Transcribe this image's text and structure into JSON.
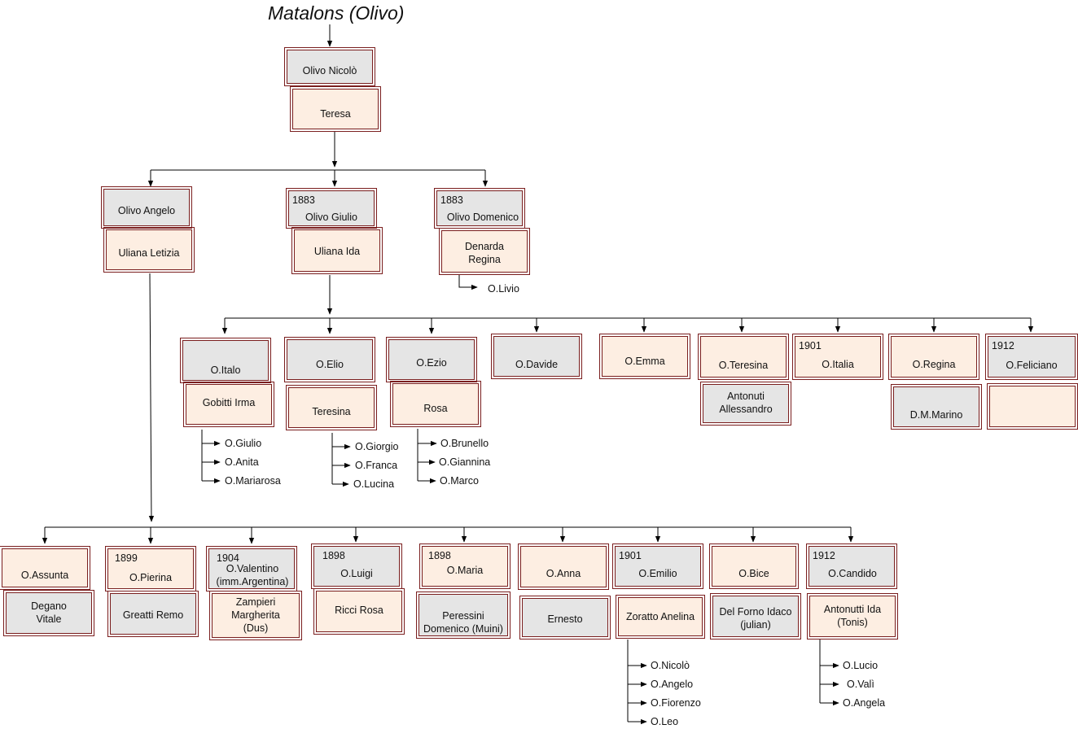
{
  "title": "Matalons (Olivo)",
  "colors": {
    "border": "#7a1e1e",
    "grey_fill": "#e5e5e5",
    "peach_fill": "#fdeee2",
    "line": "#000000"
  },
  "root": {
    "husband": "Olivo Nicolò",
    "wife": "Teresa"
  },
  "gen1": [
    {
      "husband": "Olivo Angelo",
      "wife": "Uliana Letizia"
    },
    {
      "year": "1883",
      "husband": "Olivo Giulio",
      "wife": "Uliana Ida"
    },
    {
      "year": "1883",
      "husband": "Olivo Domenico",
      "wife": "Denarda\nRegina",
      "children": [
        "O.Livio"
      ]
    }
  ],
  "giulio_children": [
    {
      "name": "O.Italo",
      "spouse": "Gobitti Irma",
      "children": [
        "O.Giulio",
        "O.Anita",
        "O.Mariarosa"
      ]
    },
    {
      "name": "O.Elio",
      "spouse": "Teresina",
      "children": [
        "O.Giorgio",
        "O.Franca",
        "O.Lucina"
      ]
    },
    {
      "name": "O.Ezio",
      "spouse": "Rosa",
      "children": [
        "O.Brunello",
        "O.Giannina",
        "O.Marco"
      ]
    },
    {
      "name": "O.Davide"
    },
    {
      "name": "O.Emma"
    },
    {
      "name": "O.Teresina",
      "spouse": "Antonuti\nAllessandro"
    },
    {
      "year": "1901",
      "name": "O.Italia"
    },
    {
      "name": "O.Regina",
      "spouse": "D.M.Marino"
    },
    {
      "year": "1912",
      "name": "O.Feliciano",
      "spouse": ""
    }
  ],
  "angelo_children": [
    {
      "name": "O.Assunta",
      "spouse": "Degano\nVitale"
    },
    {
      "year": "1899",
      "name": "O.Pierina",
      "spouse": "Greatti Remo"
    },
    {
      "year": "1904",
      "name": "O.Valentino\n(imm.Argentina)",
      "spouse": "Zampieri\nMargherita\n(Dus)"
    },
    {
      "year": "1898",
      "name": "O.Luigi",
      "spouse": "Ricci Rosa"
    },
    {
      "year": "1898",
      "name": "O.Maria",
      "spouse": "Peressini\nDomenico (Muini)"
    },
    {
      "name": "O.Anna",
      "spouse": "Ernesto"
    },
    {
      "year": "1901",
      "name": "O.Emilio",
      "spouse": "Zoratto Anelina",
      "children": [
        "O.Nicolò",
        "O.Angelo",
        "O.Fiorenzo",
        "O.Leo"
      ]
    },
    {
      "name": "O.Bice",
      "spouse": "Del Forno Idaco\n(julian)"
    },
    {
      "year": "1912",
      "name": "O.Candido",
      "spouse": "Antonutti Ida\n(Tonis)",
      "children": [
        "O.Lucio",
        "O.Valì",
        "O.Angela"
      ]
    }
  ]
}
